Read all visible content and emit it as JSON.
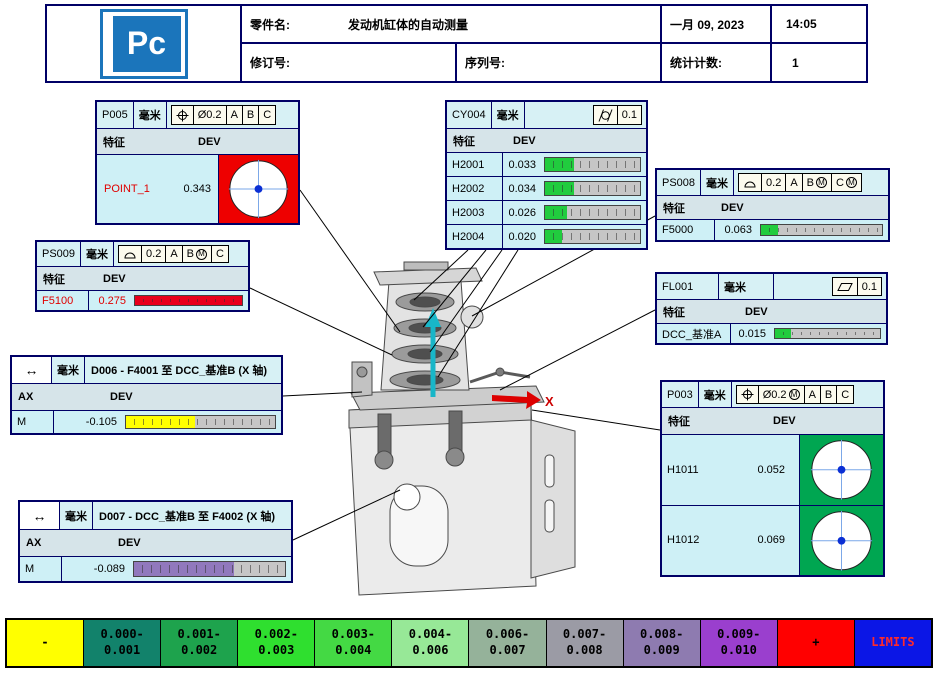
{
  "header": {
    "logo_text": "Pc",
    "part_label": "零件名:",
    "part_name": "发动机缸体的自动测量",
    "date": "一月 09, 2023",
    "time": "14:05",
    "revision_label": "修订号:",
    "serial_label": "序列号:",
    "stats_label": "统计计数:",
    "stats_value": "1"
  },
  "labels": {
    "feature": "特征",
    "dev": "DEV",
    "ax": "AX",
    "m_modifier": "M",
    "distance_icon": "↔"
  },
  "model": {
    "axis_label": "X"
  },
  "callouts": {
    "p005": {
      "id": "P005",
      "unit": "毫米",
      "tol": "Ø0.2",
      "datums": [
        "A",
        "B",
        "C"
      ],
      "rows": [
        {
          "name": "POINT_1",
          "dev": "0.343",
          "name_color": "#e00000",
          "target_color": "#ee0000"
        }
      ]
    },
    "cy004": {
      "id": "CY004",
      "unit": "毫米",
      "tol": "0.1",
      "rows": [
        {
          "name": "H2001",
          "dev": "0.033",
          "bar": {
            "pct": 30,
            "color": "#21cc3e"
          }
        },
        {
          "name": "H2002",
          "dev": "0.034",
          "bar": {
            "pct": 31,
            "color": "#21cc3e"
          }
        },
        {
          "name": "H2003",
          "dev": "0.026",
          "bar": {
            "pct": 23,
            "color": "#21cc3e"
          }
        },
        {
          "name": "H2004",
          "dev": "0.020",
          "bar": {
            "pct": 18,
            "color": "#21cc3e"
          }
        }
      ]
    },
    "ps008": {
      "id": "PS008",
      "unit": "毫米",
      "tol": "0.2",
      "datums": [
        "A",
        "B",
        "C"
      ],
      "rows": [
        {
          "name": "F5000",
          "dev": "0.063",
          "bar": {
            "pct": 14,
            "color": "#21cc3e"
          }
        }
      ]
    },
    "ps009": {
      "id": "PS009",
      "unit": "毫米",
      "tol": "0.2",
      "datums": [
        "A",
        "B",
        "C"
      ],
      "rows": [
        {
          "name": "F5100",
          "dev": "0.275",
          "name_color": "#e00000",
          "dev_color": "#e00000",
          "bar": {
            "pct": 100,
            "color": "#e8001c"
          }
        }
      ]
    },
    "fl001": {
      "id": "FL001",
      "unit": "毫米",
      "tol": "0.1",
      "rows": [
        {
          "name": "DCC_基准A",
          "dev": "0.015",
          "bar": {
            "pct": 15,
            "color": "#21cc3e"
          }
        }
      ]
    },
    "p003": {
      "id": "P003",
      "unit": "毫米",
      "tol": "Ø0.2",
      "datums": [
        "A",
        "B",
        "C"
      ],
      "rows": [
        {
          "name": "H1011",
          "dev": "0.052",
          "target_color": "#00a651"
        },
        {
          "name": "H1012",
          "dev": "0.069",
          "target_color": "#00a651"
        }
      ]
    },
    "d006": {
      "unit": "毫米",
      "title": "D006 - F4001 至 DCC_基准B (X 轴)",
      "rows": [
        {
          "name": "M",
          "dev": "-0.105",
          "bar": {
            "pct": 46,
            "color": "#ffff00"
          }
        }
      ]
    },
    "d007": {
      "unit": "毫米",
      "title": "D007 - DCC_基准B 至 F4002 (X 轴)",
      "rows": [
        {
          "name": "M",
          "dev": "-0.089",
          "bar": {
            "pct": 66,
            "color": "#9178bd"
          }
        }
      ]
    }
  },
  "legend": {
    "items": [
      {
        "label": "-",
        "bg": "#ffff00",
        "fg": "#000000"
      },
      {
        "label": "0.000-\n0.001",
        "bg": "#12826b",
        "fg": "#000000"
      },
      {
        "label": "0.001-\n0.002",
        "bg": "#1ea34d",
        "fg": "#000000"
      },
      {
        "label": "0.002-\n0.003",
        "bg": "#2fdf2f",
        "fg": "#000000"
      },
      {
        "label": "0.003-\n0.004",
        "bg": "#44d944",
        "fg": "#000000"
      },
      {
        "label": "0.004-\n0.006",
        "bg": "#97e897",
        "fg": "#000000"
      },
      {
        "label": "0.006-\n0.007",
        "bg": "#95b29a",
        "fg": "#000000"
      },
      {
        "label": "0.007-\n0.008",
        "bg": "#9b9ba5",
        "fg": "#000000"
      },
      {
        "label": "0.008-\n0.009",
        "bg": "#8e7bb0",
        "fg": "#000000"
      },
      {
        "label": "0.009-\n0.010",
        "bg": "#9a3fce",
        "fg": "#000000"
      },
      {
        "label": "+",
        "bg": "#ff0000",
        "fg": "#000000"
      },
      {
        "label": "LIMITS",
        "bg": "#0b16e6",
        "fg": "#ff2a2a"
      }
    ]
  }
}
